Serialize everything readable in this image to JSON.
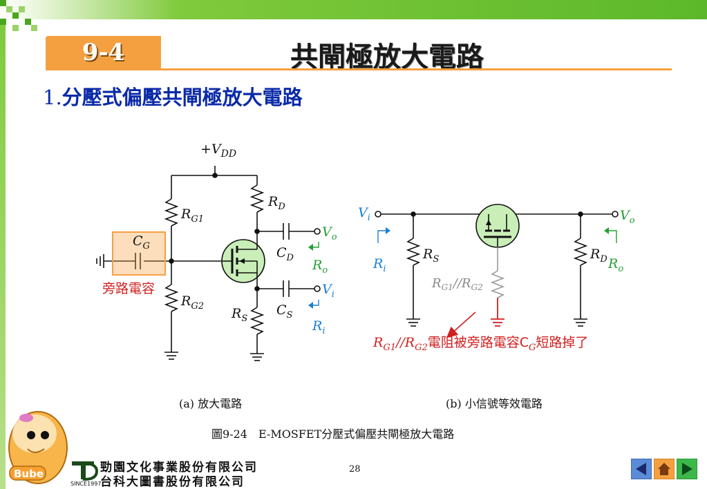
{
  "slide": {
    "section": "9-4",
    "title": "共閘極放大電路",
    "subtitle_num": "1.",
    "subtitle_text": "分壓式偏壓共閘極放大電路",
    "page_number": "28"
  },
  "circuit_a": {
    "vdd": "+V",
    "vdd_sub": "DD",
    "rg1": "R",
    "rg1_sub": "G1",
    "rg2": "R",
    "rg2_sub": "G2",
    "rd": "R",
    "rd_sub": "D",
    "rs": "R",
    "rs_sub": "S",
    "cg": "C",
    "cg_sub": "G",
    "cd": "C",
    "cd_sub": "D",
    "cs": "C",
    "cs_sub": "S",
    "vo": "V",
    "vo_sub": "o",
    "vi": "V",
    "vi_sub": "i",
    "ro": "R",
    "ro_sub": "o",
    "ri": "R",
    "ri_sub": "i",
    "bypass_label": "旁路電容",
    "caption": "(a) 放大電路"
  },
  "circuit_b": {
    "vi": "V",
    "vi_sub": "i",
    "vo": "V",
    "vo_sub": "o",
    "rs": "R",
    "rs_sub": "S",
    "rd": "R",
    "rd_sub": "D",
    "ri": "R",
    "ri_sub": "i",
    "ro": "R",
    "ro_sub": "o",
    "rg_par_a": "R",
    "rg_par_a_sub": "G1",
    "rg_par_mid": "//R",
    "rg_par_b_sub": "G2",
    "note_a": "R",
    "note_a_sub": "G1",
    "note_mid": "//R",
    "note_b_sub": "G2",
    "note_text": "電阻被旁路電容C",
    "note_c_sub": "G",
    "note_end": "短路掉了",
    "caption": "(b) 小信號等效電路"
  },
  "figure_caption": "圖9-24　E-MOSFET分壓式偏壓共閘極放大電路",
  "footer": {
    "mascot": "Bube",
    "company_line1": "勁園文化事業股份有限公司",
    "company_line2": "台科大圖書股份有限公司",
    "logo_since": "SINCE1997"
  },
  "nav": {
    "prev": "previous-icon",
    "home": "home-icon",
    "next": "next-icon"
  },
  "colors": {
    "orange": "#f5a040",
    "blue_text": "#0a2aa8",
    "label_blue": "#1a7fd6",
    "label_green": "#22a030",
    "note_red": "#d02020",
    "mosfet_fill": "#c9eeb8"
  }
}
